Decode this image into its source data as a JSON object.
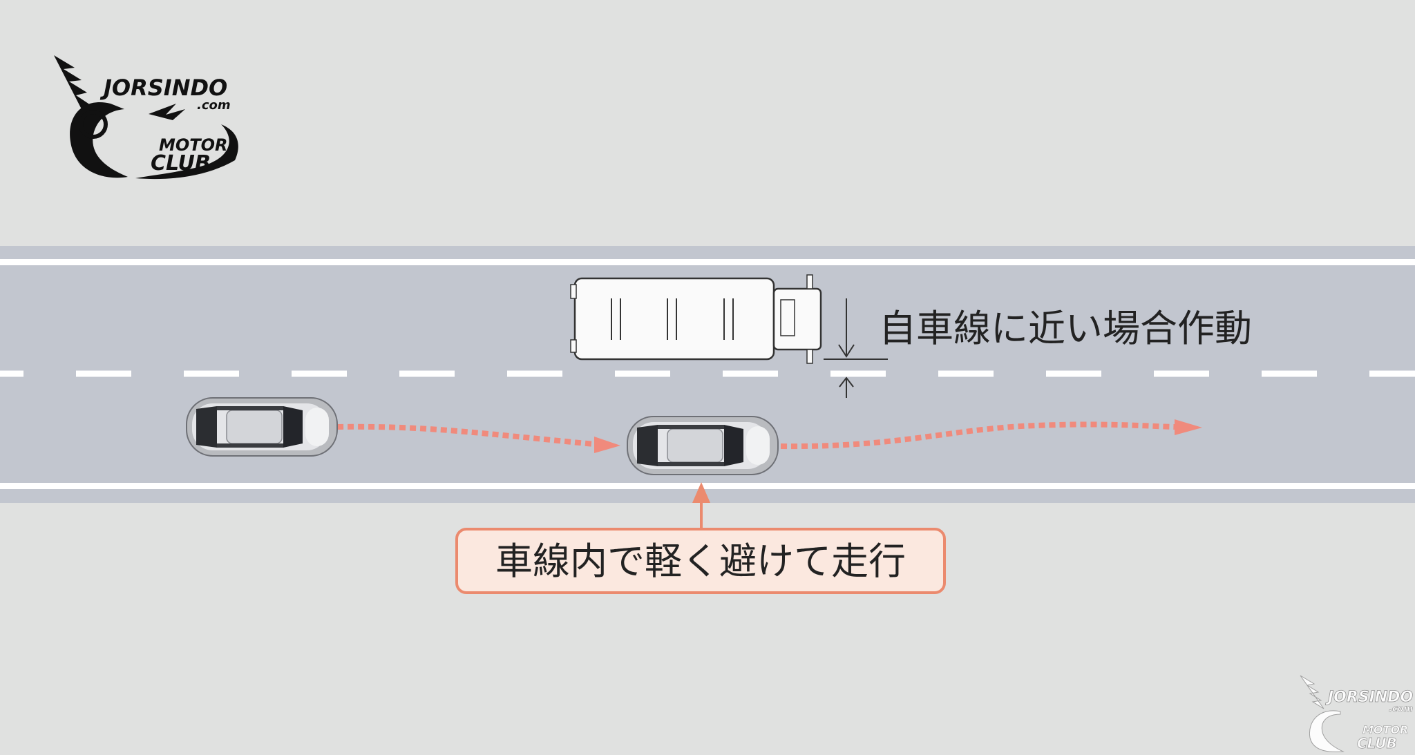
{
  "logo": {
    "brand": "JORSINDO",
    "domain": ".com",
    "line1": "MOTOR",
    "line2": "CLUB"
  },
  "annotation": {
    "proximity_label": "自車線に近い場合作動",
    "callout_label": "車線内で軽く避けて走行"
  },
  "colors": {
    "background": "#e0e1e0",
    "road": "#c2c6cf",
    "lane_line": "#ffffff",
    "path": "#f08a7c",
    "callout_border": "#eb8a6e",
    "callout_fill": "#fbe8df",
    "text": "#222222"
  }
}
